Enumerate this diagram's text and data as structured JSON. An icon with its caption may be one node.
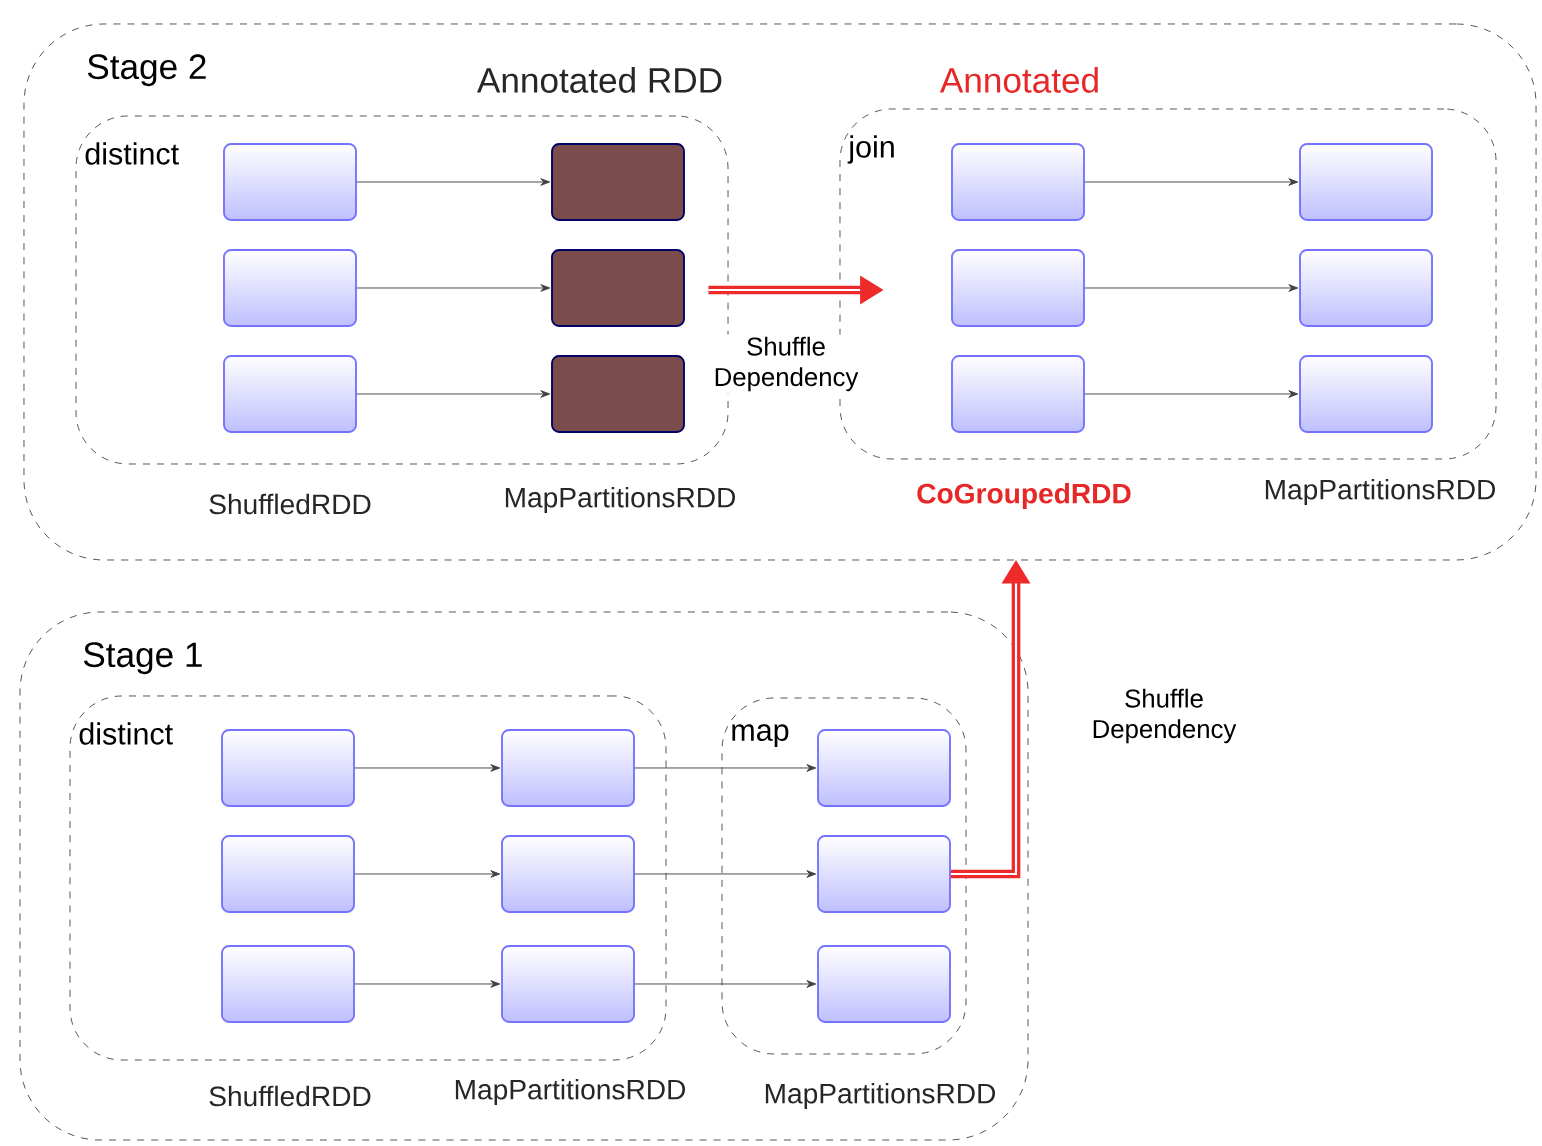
{
  "diagram": {
    "nodes": [
      {
        "text": [
          "Stage 2"
        ]
      },
      {
        "text": [
          "distinct"
        ],
        "in": 0
      },
      {
        "text": [],
        "shape": "box",
        "in": 1
      },
      {
        "text": [],
        "shape": "box",
        "in": 1
      },
      {
        "text": [],
        "shape": "box",
        "in": 1
      },
      {
        "text": [],
        "shape": "box",
        "in": 1
      },
      {
        "text": [],
        "shape": "box",
        "in": 1
      },
      {
        "text": [],
        "shape": "box",
        "in": 1
      },
      {
        "text": [
          "join"
        ],
        "in": 0
      },
      {
        "text": [],
        "shape": "box",
        "in": 8
      },
      {
        "text": [],
        "shape": "box",
        "in": 8
      },
      {
        "text": [],
        "shape": "box",
        "in": 8
      },
      {
        "text": [],
        "shape": "box",
        "in": 8
      },
      {
        "text": [],
        "shape": "box",
        "in": 8
      },
      {
        "text": [],
        "shape": "box",
        "in": 8
      },
      {
        "text": [
          "Stage 1"
        ]
      },
      {
        "text": [
          "distinct"
        ],
        "in": 15
      },
      {
        "text": [],
        "shape": "box",
        "in": 16
      },
      {
        "text": [],
        "shape": "box",
        "in": 16
      },
      {
        "text": [],
        "shape": "box",
        "in": 16
      },
      {
        "text": [],
        "shape": "box",
        "in": 16
      },
      {
        "text": [],
        "shape": "box",
        "in": 16
      },
      {
        "text": [],
        "shape": "box",
        "in": 16
      },
      {
        "text": [
          "map"
        ],
        "in": 15
      },
      {
        "text": [],
        "shape": "box",
        "in": 23
      },
      {
        "text": [],
        "shape": "box",
        "in": 23
      },
      {
        "text": [],
        "shape": "box",
        "in": 23
      }
    ],
    "edges": [
      {
        "from": 2,
        "to": 5,
        "arrow": "to"
      },
      {
        "from": 3,
        "to": 6,
        "arrow": "to"
      },
      {
        "from": 4,
        "to": 7,
        "arrow": "to"
      },
      {
        "from": 9,
        "to": 12,
        "arrow": "to"
      },
      {
        "from": 10,
        "to": 13,
        "arrow": "to"
      },
      {
        "from": 11,
        "to": 14,
        "arrow": "to"
      },
      {
        "from": 17,
        "to": 20,
        "arrow": "to"
      },
      {
        "from": 18,
        "to": 21,
        "arrow": "to"
      },
      {
        "from": 19,
        "to": 22,
        "arrow": "to"
      },
      {
        "from": 20,
        "to": 24,
        "arrow": "to"
      },
      {
        "from": 21,
        "to": 25,
        "arrow": "to"
      },
      {
        "from": 22,
        "to": 26,
        "arrow": "to"
      },
      {
        "from": 1,
        "to": 8,
        "arrow": "to",
        "label": "Shuffle Dependency",
        "style": "thick",
        "color": "#ee2a2a"
      },
      {
        "from": 25,
        "to": 0,
        "arrow": "to",
        "label": "Shuffle Dependency",
        "style": "thick",
        "color": "#ee2a2a"
      }
    ],
    "labels": [
      "Annotated RDD",
      "Annotated",
      "ShuffledRDD",
      "MapPartitionsRDD",
      "CoGroupedRDD",
      "MapPartitionsRDD",
      "ShuffledRDD",
      "MapPartitionsRDD",
      "MapPartitionsRDD"
    ]
  }
}
